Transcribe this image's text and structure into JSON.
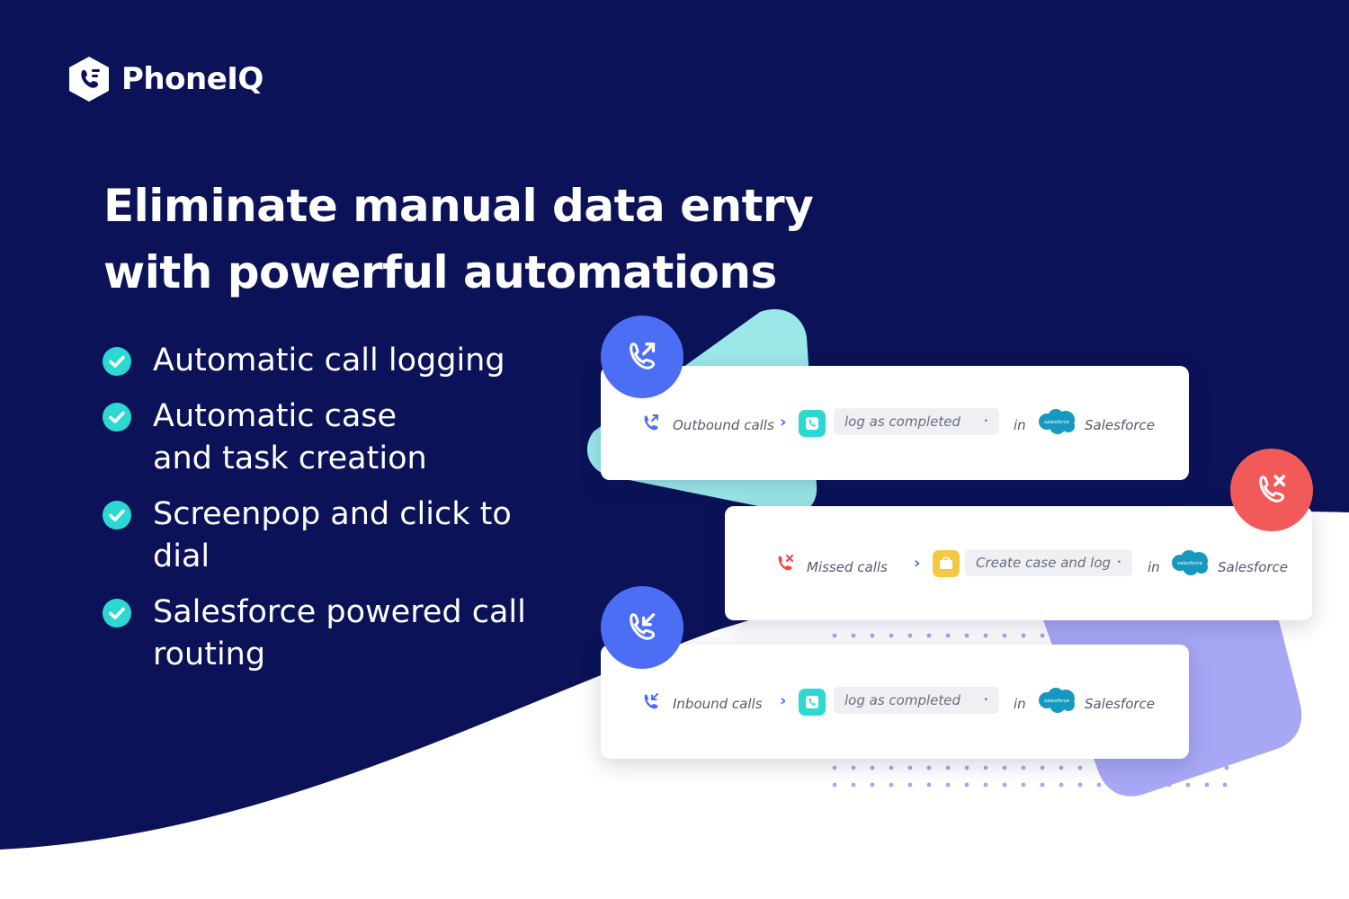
{
  "brand": {
    "name": "PhoneIQ",
    "navy": "#0b1258",
    "accent_blue": "#4c6ef5",
    "teal": "#2cd9d2",
    "red": "#f25a5a"
  },
  "headline": "Eliminate manual data entry with powerful automations",
  "features": [
    {
      "icon": "check-circle-icon",
      "text": "Automatic call logging"
    },
    {
      "icon": "check-circle-icon",
      "text": "Automatic case and task creation"
    },
    {
      "icon": "check-circle-icon",
      "text": "Screenpop and click to dial"
    },
    {
      "icon": "check-circle-icon",
      "text": "Salesforce powered call routing"
    }
  ],
  "automations": [
    {
      "call_type": "Outbound calls",
      "type_icon": "outbound-call-icon",
      "app_icon": "phoneiq-app-icon",
      "action": "log as completed",
      "connector": "in",
      "target_logo_text": "salesforce",
      "target": "Salesforce"
    },
    {
      "call_type": "Missed calls",
      "type_icon": "missed-call-icon",
      "app_icon": "briefcase-icon",
      "action": "Create case and log",
      "connector": "in",
      "target_logo_text": "salesforce",
      "target": "Salesforce"
    },
    {
      "call_type": "Inbound calls",
      "type_icon": "inbound-call-icon",
      "app_icon": "phoneiq-app-icon",
      "action": "log as completed",
      "connector": "in",
      "target_logo_text": "salesforce",
      "target": "Salesforce"
    }
  ]
}
